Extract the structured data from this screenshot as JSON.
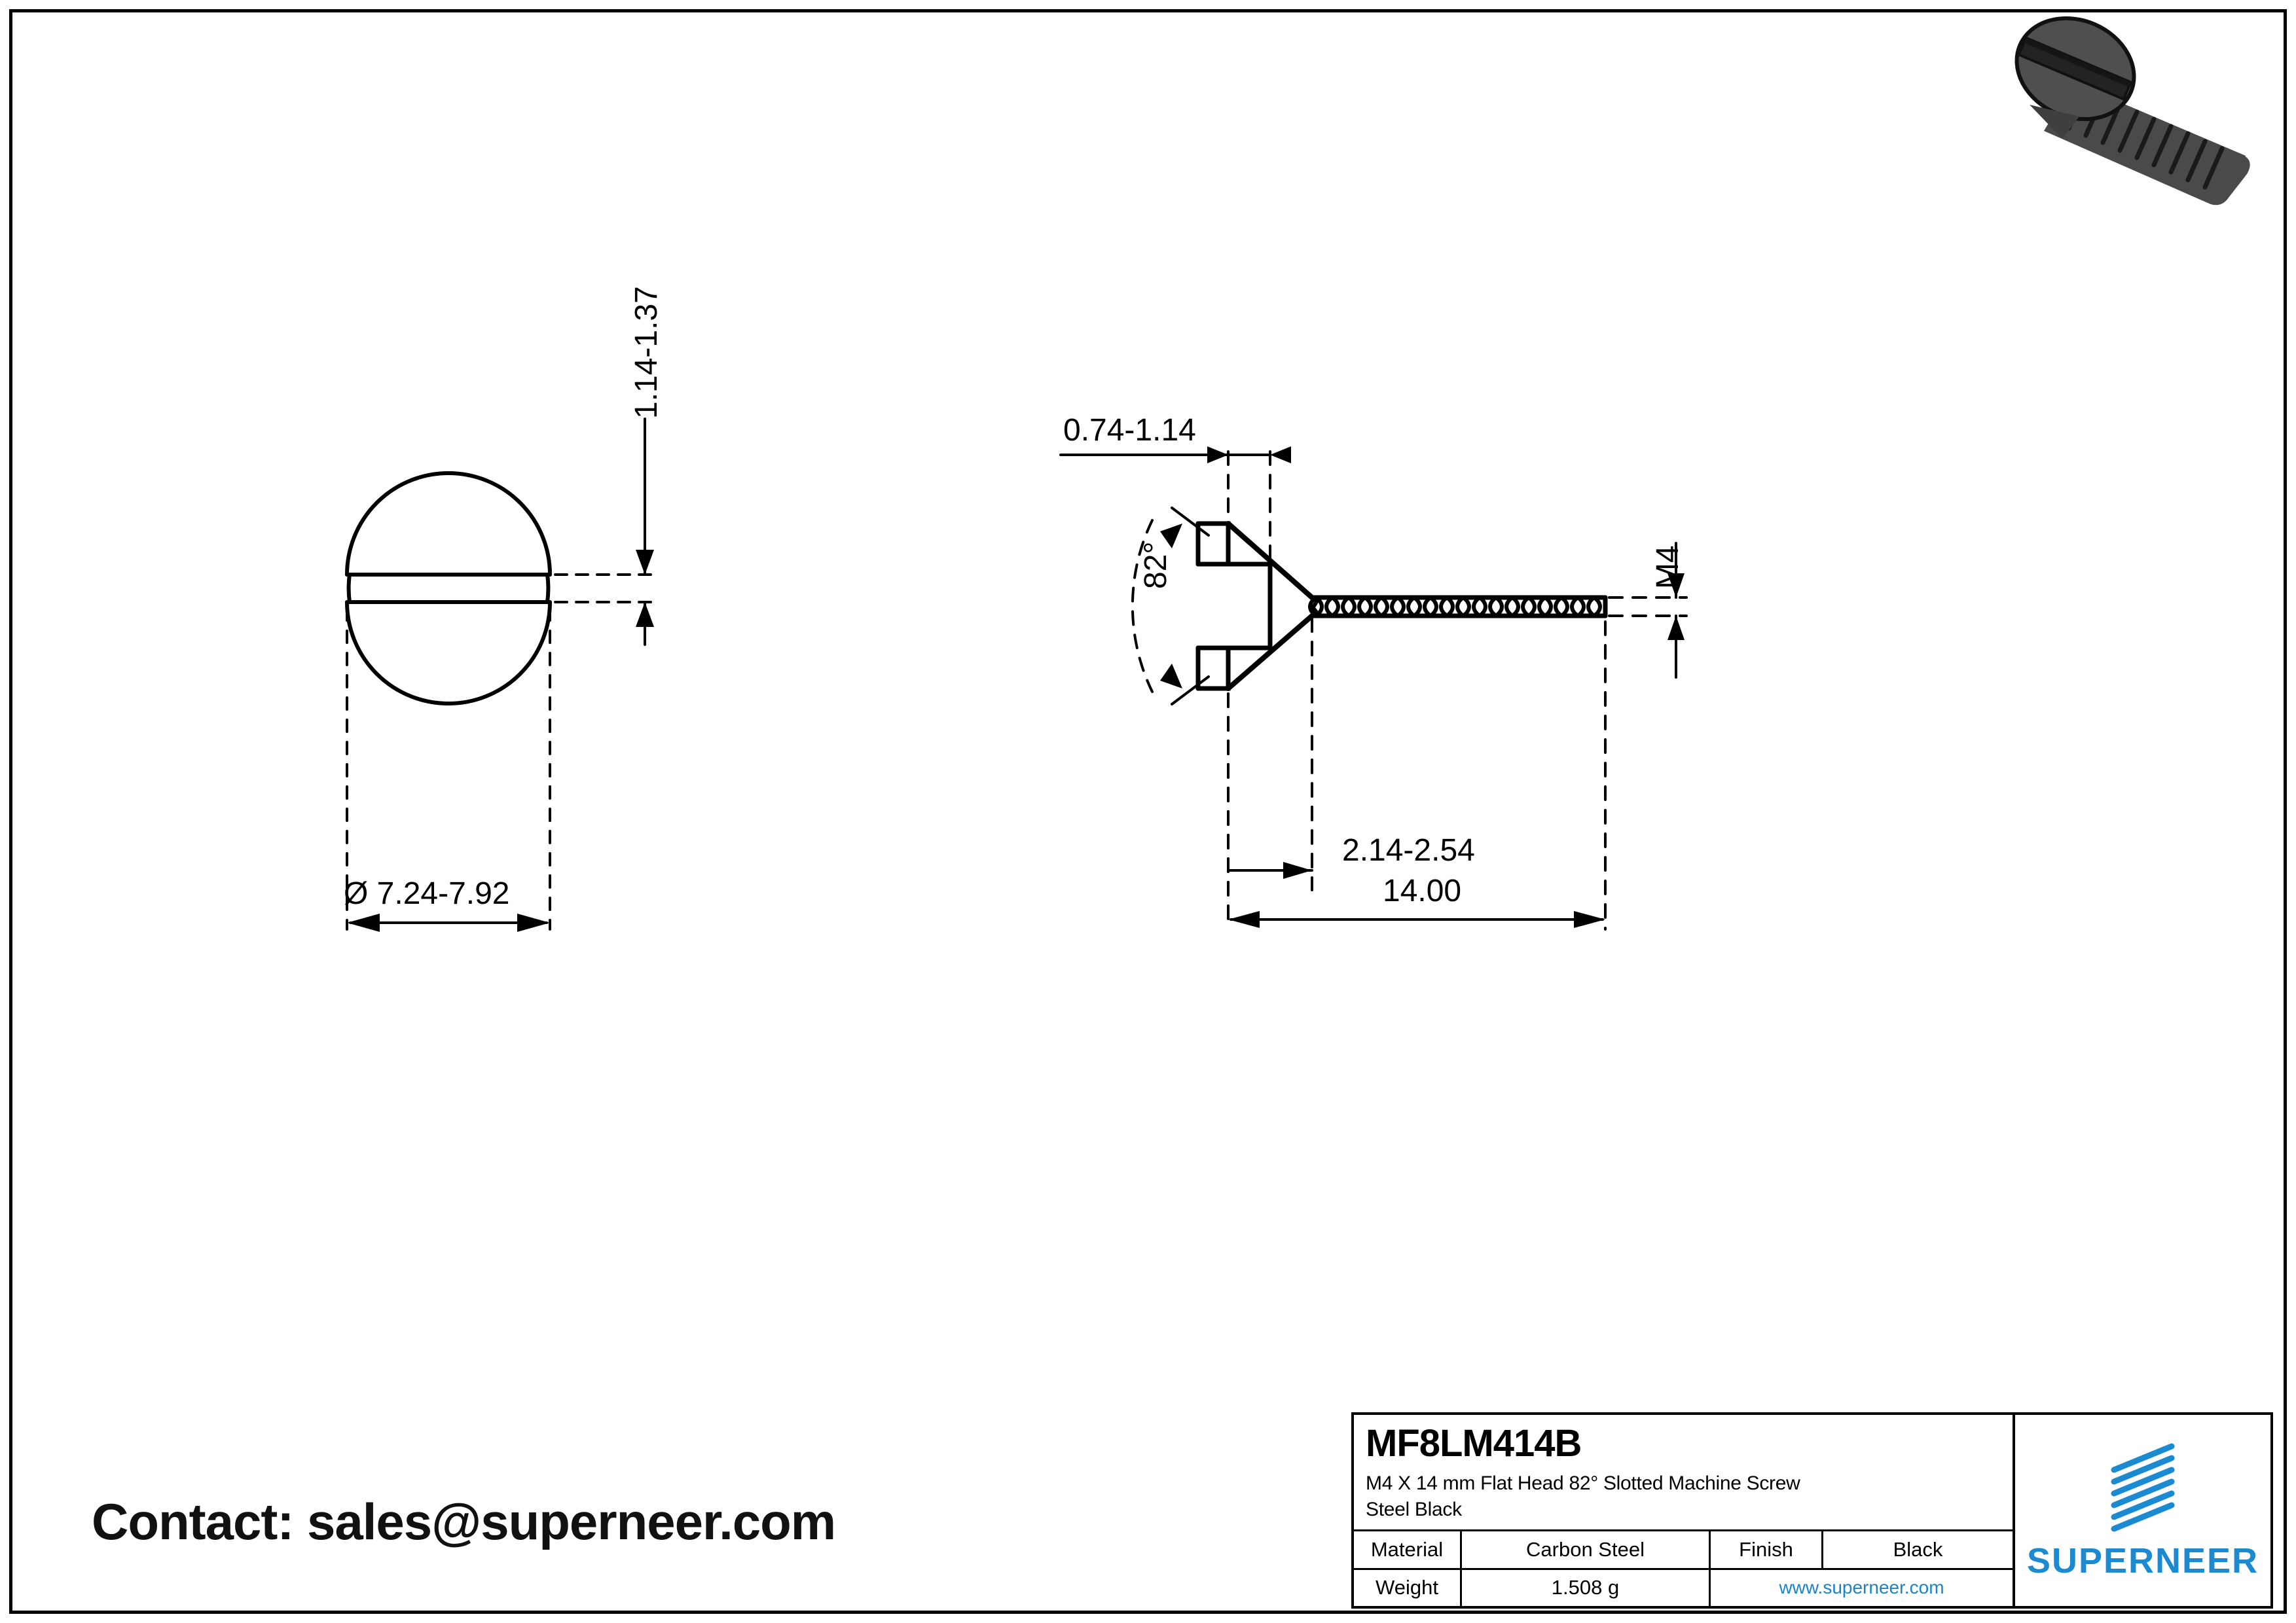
{
  "sheet": {
    "contact": "Contact: sales@superneer.com"
  },
  "title_block": {
    "part_number": "MF8LM414B",
    "description_line1": "M4 X 14 mm  Flat Head 82° Slotted Machine Screw",
    "description_line2": "Steel Black",
    "material_label": "Material",
    "material_value": "Carbon Steel",
    "finish_label": "Finish",
    "finish_value": "Black",
    "weight_label": "Weight",
    "weight_value": "1.508 g",
    "website": "www.superneer.com",
    "brand": "SUPERNEER",
    "brand_color": "#1b8ad1",
    "link_color": "#1b84c8"
  },
  "drawing": {
    "head_view": {
      "diameter_dim": "Ø 7.24-7.92",
      "slot_width_dim": "1.14-1.37"
    },
    "side_view": {
      "slot_depth_dim": "0.74-1.14",
      "countersink_angle": "82°",
      "head_height_dim": "2.14-2.54",
      "length_dim": "14.00",
      "thread_dim": "M4"
    }
  },
  "render": {
    "body_color": "#4d4d4d",
    "shadow_color": "#2a2a2a",
    "outline_color": "#111111"
  }
}
